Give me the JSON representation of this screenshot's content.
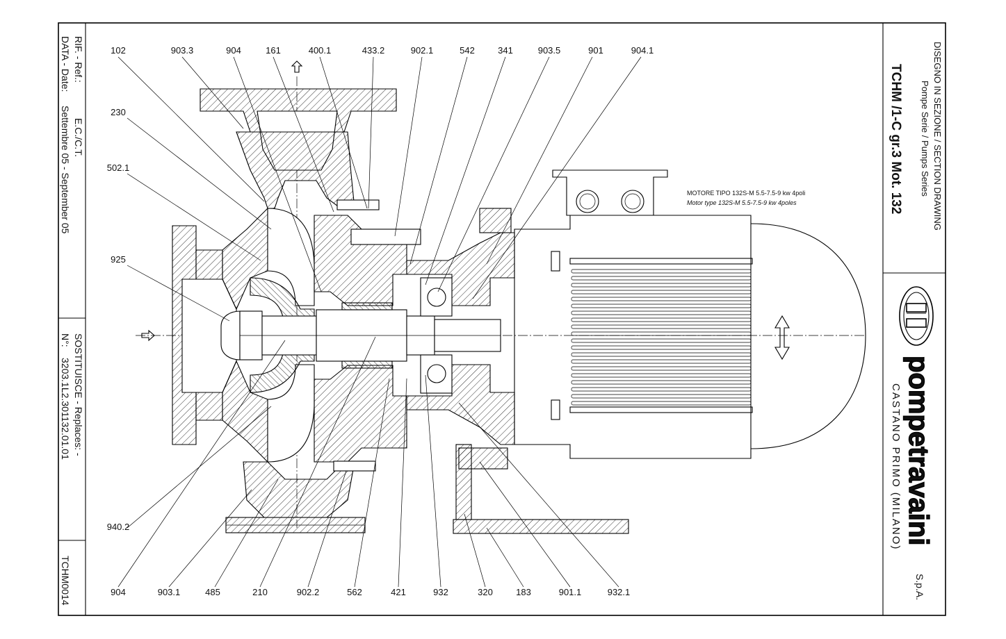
{
  "title_block": {
    "drawing_type": "DISEGNO IN SEZIONE / SECTION DRAWING",
    "series": "Pompe Serie / Pumps Series",
    "model": "TCHM /1-C gr.3 Mot. 132",
    "company_name": "pompetravaini",
    "company_suffix": "S.p.A.",
    "location": "CASTANO PRIMO  (MILANO)"
  },
  "info_block": {
    "ref_label": "RIF. - Ref.:",
    "ref_value": "E.C./C.T.",
    "date_label": "DATA - Date:",
    "date_value": "Settembre 05 - September 05",
    "replaces_label": "SOSTITUISCE - Replaces: -",
    "number_label": "N°:",
    "number_value": "3203.1L2.301132.01.01",
    "drawing_code": "TCHM0014"
  },
  "motor_note": {
    "line1": "MOTORE TIPO 132S-M 5.5-7.5-9 kw 4poli",
    "line2": "Motor type 132S-M 5.5-7.5-9 kw 4poles"
  },
  "part_labels_top": [
    "102",
    "903.3",
    "904",
    "161",
    "400.1",
    "433.2",
    "902.1",
    "542",
    "341",
    "903.5",
    "901",
    "904.1"
  ],
  "part_labels_left": [
    "230",
    "502.1",
    "925",
    "940.2"
  ],
  "part_labels_bottom": [
    "904",
    "903.1",
    "485",
    "210",
    "902.2",
    "562",
    "421",
    "932",
    "320",
    "183",
    "901.1",
    "932.1"
  ],
  "icons": [
    "flow-arrow-icon",
    "company-logo-icon"
  ]
}
